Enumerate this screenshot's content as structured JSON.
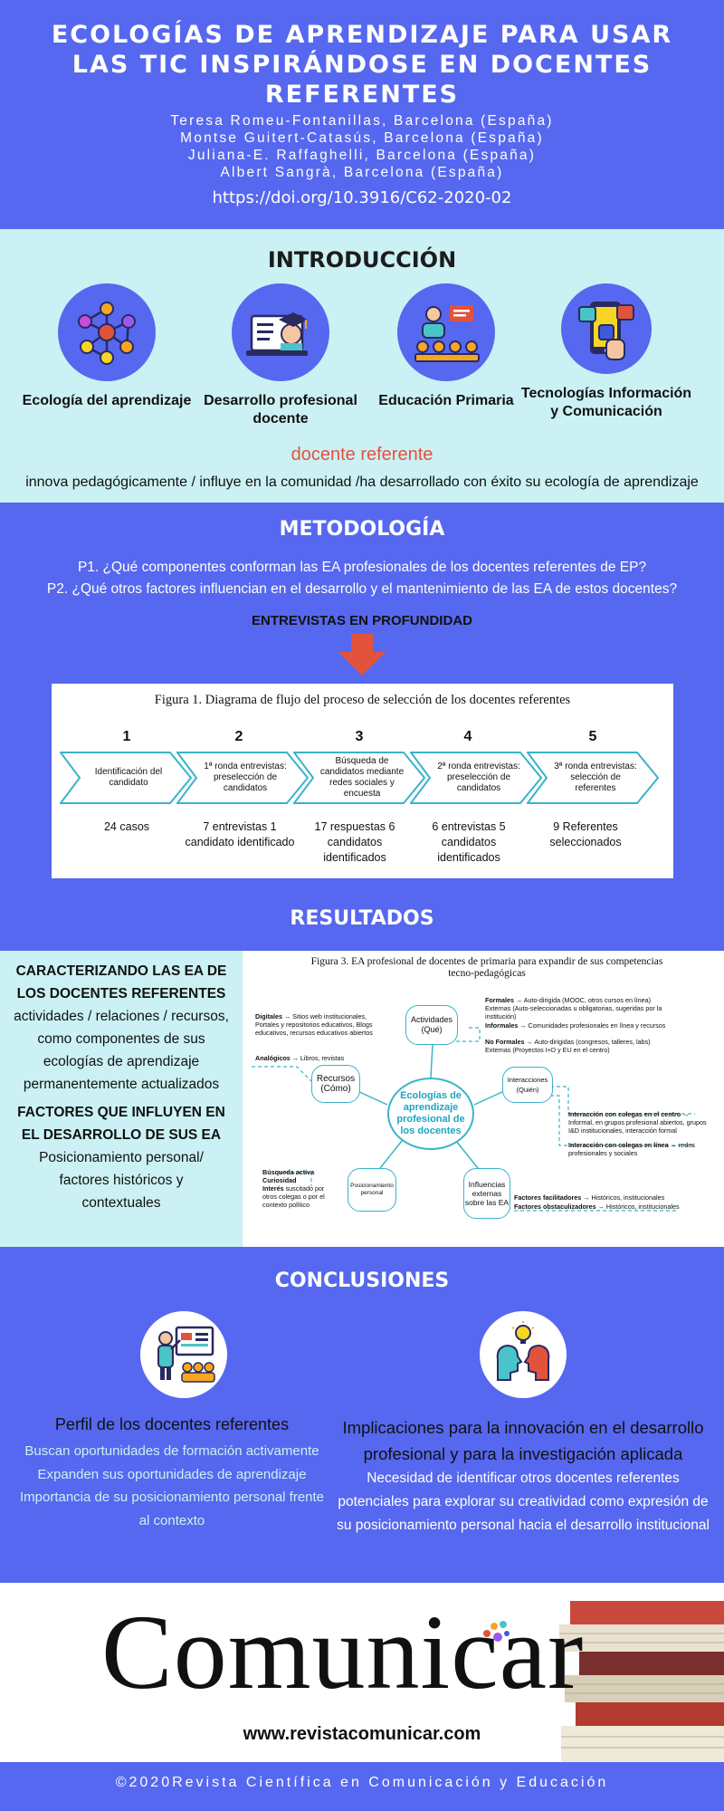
{
  "header": {
    "title": "ECOLOGÍAS DE APRENDIZAJE PARA USAR LAS TIC INSPIRÁNDOSE EN DOCENTES REFERENTES",
    "authors": [
      "Teresa Romeu-Fontanillas, Barcelona (España)",
      "Montse Guitert-Catasús, Barcelona (España)",
      "Juliana-E. Raffaghelli, Barcelona (España)",
      "Albert Sangrà, Barcelona (España)"
    ],
    "doi": "https://doi.org/10.3916/C62-2020-02"
  },
  "intro": {
    "title": "INTRODUCCIÓN",
    "items": [
      {
        "label": "Ecología del aprendizaje",
        "icon": "network-icon"
      },
      {
        "label": "Desarrollo profesional docente",
        "icon": "graduate-laptop-icon"
      },
      {
        "label": "Educación Primaria",
        "icon": "classroom-icon"
      },
      {
        "label": "Tecnologías Información y Comunicación",
        "icon": "social-media-icon"
      }
    ],
    "ref_title": "docente referente",
    "ref_text": "innova pedagógicamente / influye en la comunidad /ha desarrollado con éxito su ecología de aprendizaje"
  },
  "metodologia": {
    "title": "METODOLOGÍA",
    "q1": "P1. ¿Qué componentes conforman las EA profesionales de los docentes referentes de EP?",
    "q2": "P2. ¿Qué otros factores influencian en el desarrollo y el mantenimiento de las EA de estos docentes?",
    "interviews": "ENTREVISTAS EN PROFUNDIDAD",
    "figure": {
      "caption": "Figura 1. Diagrama de flujo del proceso de selección de los docentes referentes",
      "steps": [
        {
          "num": "1",
          "text": "Identificación del candidato",
          "result": "24 casos"
        },
        {
          "num": "2",
          "text": "1ª ronda entrevistas: preselección de candidatos",
          "result": "7 entrevistas 1 candidato identificado"
        },
        {
          "num": "3",
          "text": "Búsqueda de candidatos mediante redes sociales y encuesta",
          "result": "17 respuestas 6 candidatos identificados"
        },
        {
          "num": "4",
          "text": "2ª ronda entrevistas: preselección de candidatos",
          "result": "6 entrevistas 5 candidatos identificados"
        },
        {
          "num": "5",
          "text": "3ª ronda entrevistas: selección de referentes",
          "result": "9 Referentes seleccionados"
        }
      ]
    }
  },
  "resultados": {
    "title": "RESULTADOS",
    "h1": "CARACTERIZANDO LAS EA DE LOS DOCENTES REFERENTES",
    "t1": "actividades / relaciones / recursos, como componentes de sus ecologías de aprendizaje permanentemente actualizados",
    "h2": "FACTORES QUE INFLUYEN EN EL DESARROLLO DE SUS EA",
    "t2": "Posicionamiento personal/ factores históricos y contextuales",
    "figure": {
      "caption": "Figura 3. EA profesional de docentes de primaria para expandir de sus competencias tecno-pedagógicas",
      "center": "Ecologías de aprendizaje profesional de los docentes",
      "nodes": {
        "actividades": "Actividades (Qué)",
        "recursos": "Recursos (Cómo)",
        "interacciones": "Interacciones (Quién)",
        "posicionamiento": "Posicionamiento personal",
        "influencias": "Influencias externas sobre las EA"
      },
      "notes": {
        "digitales_b": "Digitales",
        "digitales": "→ Sitios web institucionales, Portales y repositorios educativos, Blogs educativos, recursos educativos abiertos",
        "analogicos_b": "Analógicos",
        "analogicos": "→ Libros, revistas",
        "formales_b": "Formales",
        "formales": "→ Auto-dirigida (MOOC, otros cursos en línea) Externas (Auto-seleccionadas u obligatorias, sugeridas por la institución)",
        "informales_b": "Informales",
        "informales": "→ Comunidades profesionales en línea y recursos",
        "noformales_b": "No Formales",
        "noformales": "→ Auto-dirigidas (congresos, talleres, labs) Externas (Proyectos I+D y EU en el centro)",
        "int1_b": "Interacción con colegas en el centro",
        "int1": "→ Informal, en grupos profesional abiertos, grupos I&D institucionales, interacción formal",
        "int2_b": "Interacción con colegas en línea",
        "int2": "→ redes profesionales y sociales",
        "busq_b": "Búsqueda activa",
        "curio_b": "Curiosidad",
        "interes_b": "Interés",
        "interes": "suscitado por otros colegas o por el contexto político",
        "fac1_b": "Factores facilitadores",
        "fac1": "→ Históricos, institucionales",
        "fac2_b": "Factores obstaculizadores",
        "fac2": "→ Históricos, institucionales"
      }
    }
  },
  "conclusiones": {
    "title": "CONCLUSIONES",
    "c1_title": "Perfil de los docentes referentes",
    "c1_lines": [
      "Buscan oportunidades de formación activamente",
      "Expanden sus oportunidades de aprendizaje",
      "Importancia de su posicionamiento personal frente al contexto"
    ],
    "c2_title": "Implicaciones para la innovación en el desarrollo profesional y para la investigación aplicada",
    "c2_text": "Necesidad de identificar otros docentes referentes potenciales para explorar su creatividad como expresión de su posicionamiento personal hacia el desarrollo institucional"
  },
  "footer": {
    "logo": "Comunicar",
    "site": "www.revistacomunicar.com",
    "copyright": "©2020Revista Científica en Comunicación y Educación"
  },
  "colors": {
    "primary": "#5668ef",
    "light": "#cbf1f4",
    "accent": "#e2533c",
    "teal": "#3bb3c9"
  }
}
